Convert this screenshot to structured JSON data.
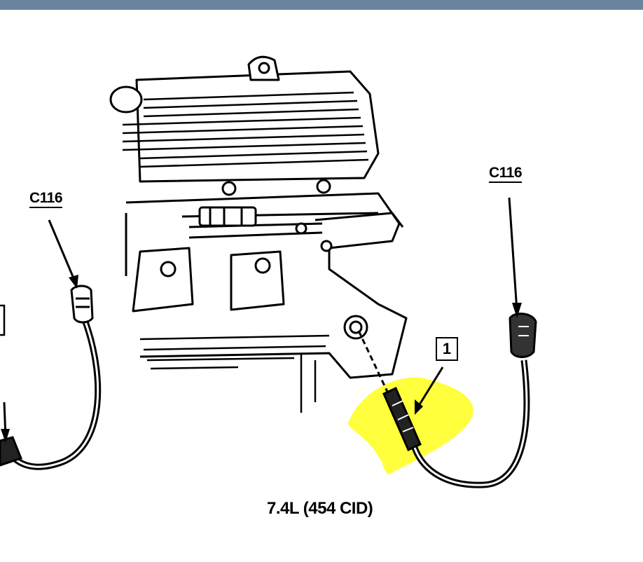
{
  "window": {
    "title_bar_color": "#6a84a0"
  },
  "diagram": {
    "connector_right_label": "C116",
    "connector_left_label": "C116",
    "callout_number": "1",
    "caption": "7.4L (454 CID)",
    "highlight_color": "#ffff33"
  }
}
